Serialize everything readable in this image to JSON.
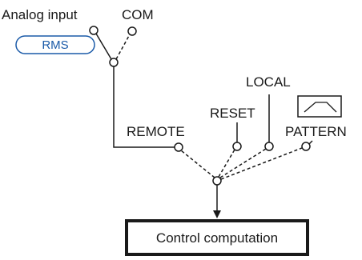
{
  "labels": {
    "analog_input": "Analog input",
    "com": "COM",
    "rms": "RMS",
    "remote": "REMOTE",
    "reset": "RESET",
    "local": "LOCAL",
    "pattern": "PATTERN",
    "control_computation": "Control computation"
  },
  "colors": {
    "line": "#1a1a1a",
    "rms_border": "#1a5aa8",
    "rms_text": "#1a5aa8"
  }
}
